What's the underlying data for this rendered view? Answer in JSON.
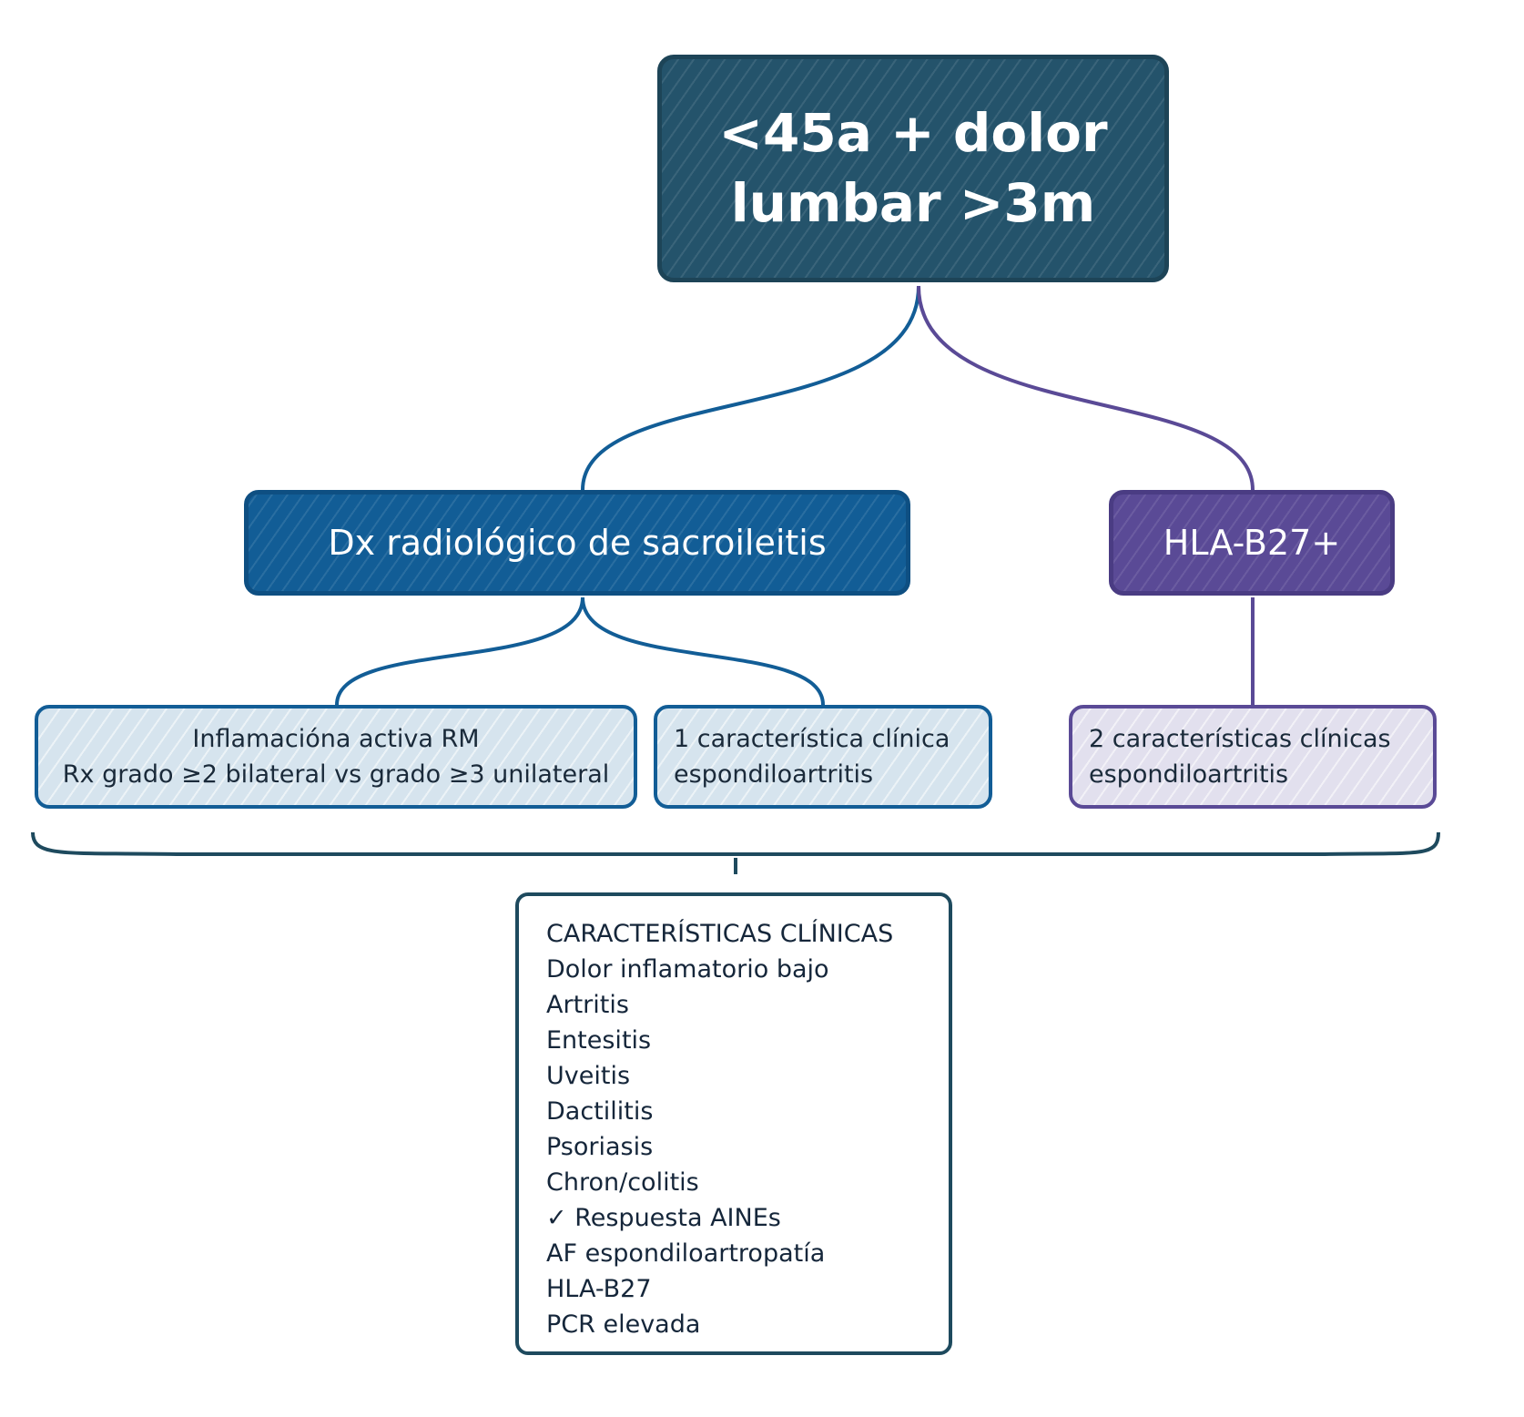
{
  "colors": {
    "root_fill": "#24536b",
    "blue_branch": "#125d96",
    "purple_branch": "#5a4a96",
    "leaf_blue_fill": "#d6e4ee",
    "leaf_purple_fill": "#e2e0ee",
    "bracket": "#1e4a5e"
  },
  "nodes": {
    "root": {
      "line1": "<45a + dolor",
      "line2": "lumbar >3m"
    },
    "dx": {
      "label": "Dx radiológico de sacroileitis"
    },
    "hla": {
      "label": "HLA-B27+"
    },
    "leaf_imaging": {
      "line1": "Inflamacióna activa RM",
      "line2": "Rx grado ≥2 bilateral vs grado ≥3 unilateral"
    },
    "leaf_one": {
      "line1": "1 característica clínica",
      "line2": "espondiloartritis"
    },
    "leaf_two": {
      "line1": "2 características clínicas",
      "line2": "espondiloartritis"
    }
  },
  "features": {
    "title": "CARACTERÍSTICAS CLÍNICAS",
    "items": [
      "Dolor inflamatorio bajo",
      "Artritis",
      "Entesitis",
      "Uveitis",
      "Dactilitis",
      "Psoriasis",
      "Chron/colitis",
      "✓  Respuesta AINEs",
      "AF espondiloartropatía",
      "HLA-B27",
      "PCR elevada"
    ]
  }
}
